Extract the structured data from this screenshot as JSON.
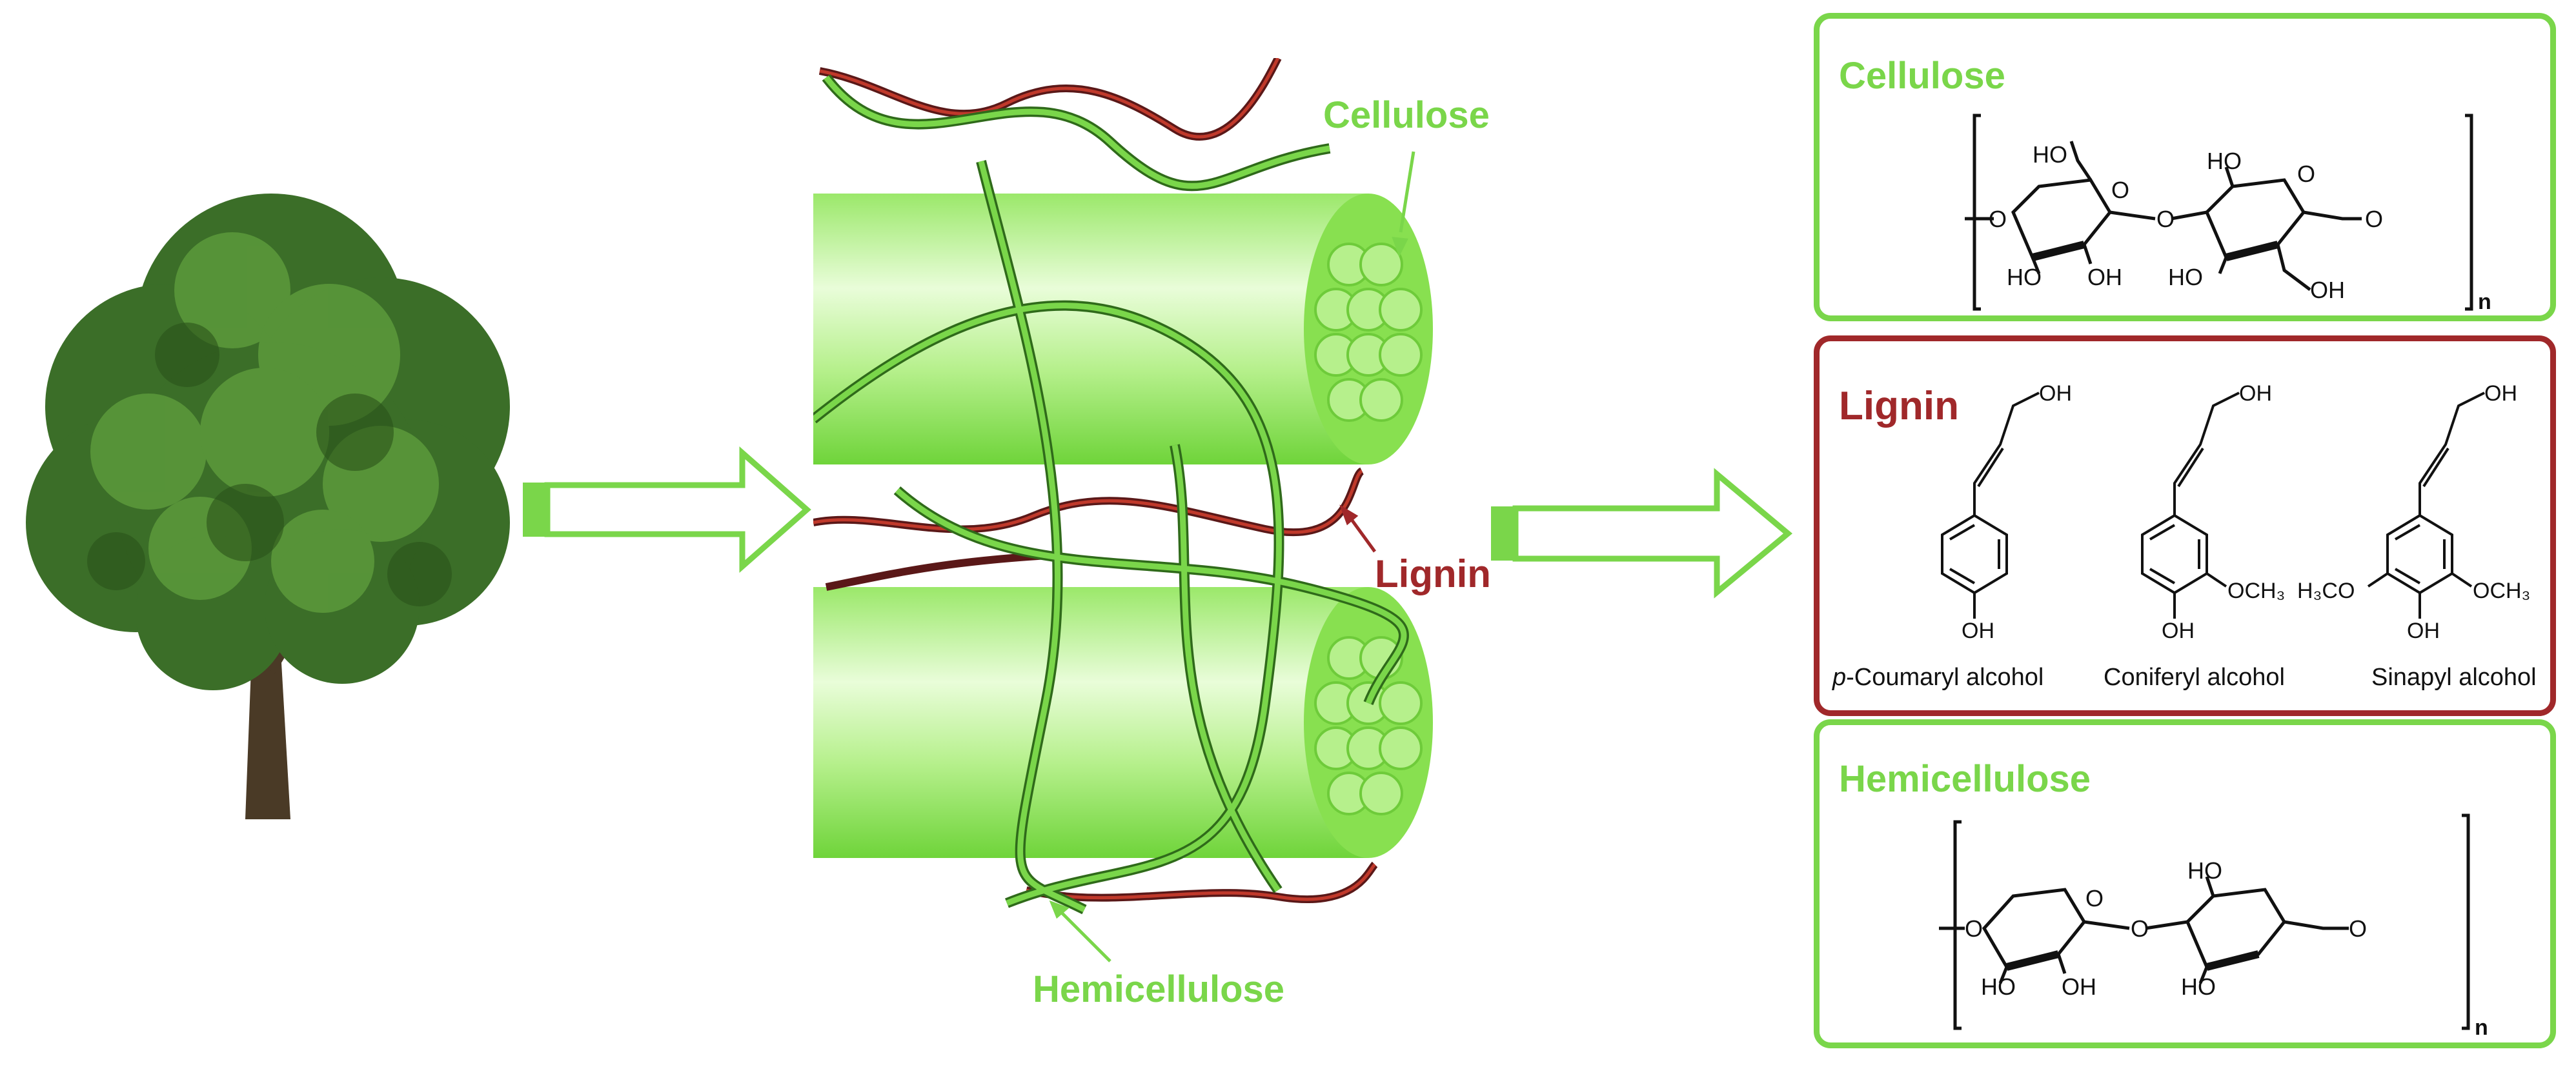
{
  "labels": {
    "cellulose": "Cellulose",
    "lignin": "Lignin",
    "hemicellulose": "Hemicellulose"
  },
  "panels": {
    "cellulose": {
      "title": "Cellulose",
      "atoms": {
        "ho_a": "HO",
        "ho_b": "HO",
        "oh_c": "OH",
        "ho_d": "HO",
        "oh_e": "OH",
        "o_1": "O",
        "o_2": "O",
        "o_3": "O",
        "o_4": "O",
        "o_5": "O",
        "ho_f": "HO",
        "n": "n"
      }
    },
    "lignin": {
      "title": "Lignin",
      "monomers": [
        {
          "name_prefix": "p",
          "name": "-Coumaryl alcohol",
          "top": "OH",
          "bottom": "OH"
        },
        {
          "name": "Coniferyl alcohol",
          "top": "OH",
          "bottom": "OH",
          "sub": "OCH₃"
        },
        {
          "name": "Sinapyl alcohol",
          "top": "OH",
          "bottom": "OH",
          "sub_left": "H₃CO",
          "sub_right": "OCH₃"
        }
      ]
    },
    "hemicellulose": {
      "title": "Hemicellulose",
      "atoms": {
        "ho_a": "HO",
        "oh_b": "OH",
        "ho_c": "HO",
        "ho_d": "HO",
        "o_1": "O",
        "o_2": "O",
        "o_3": "O",
        "o_4": "O",
        "n": "n"
      }
    }
  },
  "colors": {
    "cellulose_green": "#7ad64a",
    "lignin_red": "#a0282a",
    "tree_green": "#3f7a2a",
    "trunk": "#4a3a26"
  },
  "icons": [
    "tree-icon",
    "arrow-right-icon",
    "fiber-bundle-icon"
  ]
}
